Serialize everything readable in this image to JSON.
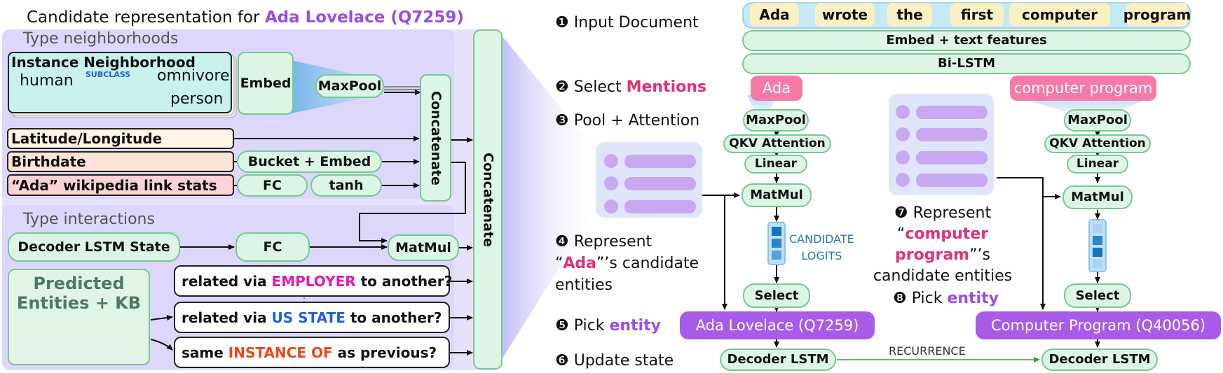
{
  "left": {
    "title_prefix": "Candidate representation for ",
    "title_entity": "Ada Lovelace (Q7259)",
    "type_neighborhoods_label": "Type neighborhoods",
    "instance_neighborhood_label": "Instance Neighborhood",
    "human": "human",
    "subclass": "SUBCLASS",
    "omnivore": "omnivore",
    "person": "person",
    "embed": "Embed",
    "maxpool": "MaxPool",
    "concatenate_inner": "Concatenate",
    "lat_long": "Latitude/Longitude",
    "birthdate": "Birthdate",
    "bucket_embed": "Bucket + Embed",
    "ada_wiki": "“Ada” wikipedia link stats",
    "fc": "FC",
    "tanh": "tanh",
    "type_interactions_label": "Type interactions",
    "decoder_lstm_state": "Decoder LSTM State",
    "fc2": "FC",
    "matmul": "MatMul",
    "predicted_entities": "Predicted\nEntities + KB",
    "q1_pre": "related via ",
    "q1_key": "EMPLOYER",
    "q1_post": " to another?",
    "q2_pre": "related via ",
    "q2_key": "US STATE",
    "q2_post": " to another?",
    "q3_pre": "same ",
    "q3_key": "INSTANCE OF",
    "q3_post": " as previous?",
    "concatenate_outer": "Concatenate"
  },
  "right": {
    "step1": "❶ Input Document",
    "step2_pre": "❷ Select ",
    "step2_key": "Mentions",
    "step3": "❸ Pool + Attention",
    "step4_l1": "❹ Represent",
    "step4_l2_pre": "“",
    "step4_l2_key": "Ada",
    "step4_l2_post": "”’s candidate",
    "step4_l3": "entities",
    "step5_pre": "❺ Pick ",
    "step5_key": "entity",
    "step6": "❻ Update state",
    "step7_l1": "❼ Represent",
    "step7_l2_pre": "“",
    "step7_l2_key": "computer",
    "step7_l3_key": "program",
    "step7_l3_post": "”’s",
    "step7_l4": "candidate entities",
    "step8_pre": "❽ Pick ",
    "step8_key": "entity",
    "tokens": [
      "Ada",
      "wrote",
      "the",
      "first",
      "computer",
      "program"
    ],
    "embed_text": "Embed + text features",
    "bilstm": "Bi-LSTM",
    "mention1": "Ada",
    "mention2": "computer program",
    "maxpool": "MaxPool",
    "qkv": "QKV Attention",
    "linear": "Linear",
    "matmul": "MatMul",
    "candidate_logits_1": "CANDIDATE",
    "candidate_logits_2": "LOGITS",
    "select": "Select",
    "entity1": "Ada Lovelace (Q7259)",
    "entity2": "Computer Program (Q40056)",
    "decoder_lstm": "Decoder LSTM",
    "recurrence": "RECURRENCE"
  },
  "colors": {
    "green_fill": "#dcf5e4",
    "green_border": "#79c795",
    "purple_panel": "#e6e2fb",
    "entity_purple": "#a85be8",
    "mention_pink": "#f25b9a"
  }
}
